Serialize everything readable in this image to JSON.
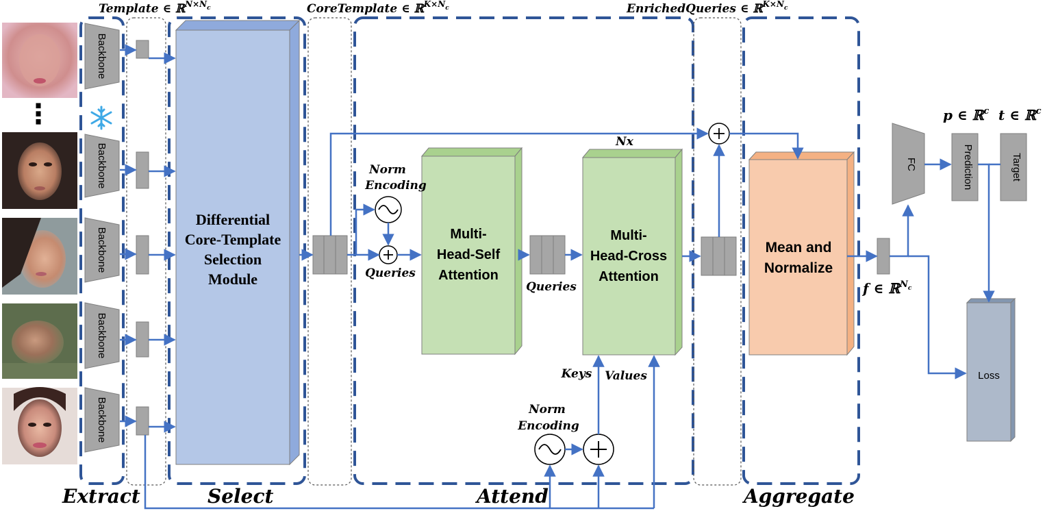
{
  "stages": {
    "extract": "Extract",
    "select": "Select",
    "attend": "Attend",
    "aggregate": "Aggregate"
  },
  "headers": {
    "template": "Template ∈ ℝ",
    "template_sup": "N×N",
    "template_sub": "c",
    "core_template": "CoreTemplate ∈ ℝ",
    "core_template_sup": "K×N",
    "core_template_sub": "c",
    "enriched_queries": "EnrichedQueries ∈ ℝ",
    "enriched_queries_sup": "K×N",
    "enriched_queries_sub": "c"
  },
  "backbone_label": "Backbone",
  "ellipsis": "⋮",
  "modules": {
    "selection_line1": "Differential",
    "selection_line2": "Core-Template",
    "selection_line3": "Selection",
    "selection_line4": "Module",
    "mhsa_line1": "Multi-",
    "mhsa_line2": "Head-Self",
    "mhsa_line3": "Attention",
    "mhca_line1": "Multi-",
    "mhca_line2": "Head-Cross",
    "mhca_line3": "Attention",
    "mean_line1": "Mean and",
    "mean_line2": "Normalize",
    "fc": "FC",
    "prediction": "Prediction",
    "target": "Target",
    "loss": "Loss"
  },
  "labels": {
    "norm_enc_1_line1": "Norm",
    "norm_enc_1_line2": "Encoding",
    "queries_1": "Queries",
    "queries_2": "Queries",
    "nx": "Nx",
    "keys": "Keys",
    "values": "Values",
    "norm_enc_2_line1": "Norm",
    "norm_enc_2_line2": "Encoding",
    "plus": "+",
    "p_label": "p ∈ ℝ",
    "p_sup": "c",
    "t_label": "t ∈ ℝ",
    "t_sup": "c",
    "f_label": "f ∈ ℝ",
    "f_sup": "N",
    "f_sub": "c"
  },
  "colors": {
    "dash_border": "#2f5597",
    "arrow": "#4472c4",
    "selection_fill": "#b4c7e7",
    "attention_fill": "#c5e0b4",
    "mean_fill": "#f8cbad",
    "loss_fill": "#adb9ca",
    "gray_block": "#a6a6a6"
  },
  "icons": {
    "snowflake": "snowflake-icon",
    "sine": "sine-wave-icon"
  }
}
